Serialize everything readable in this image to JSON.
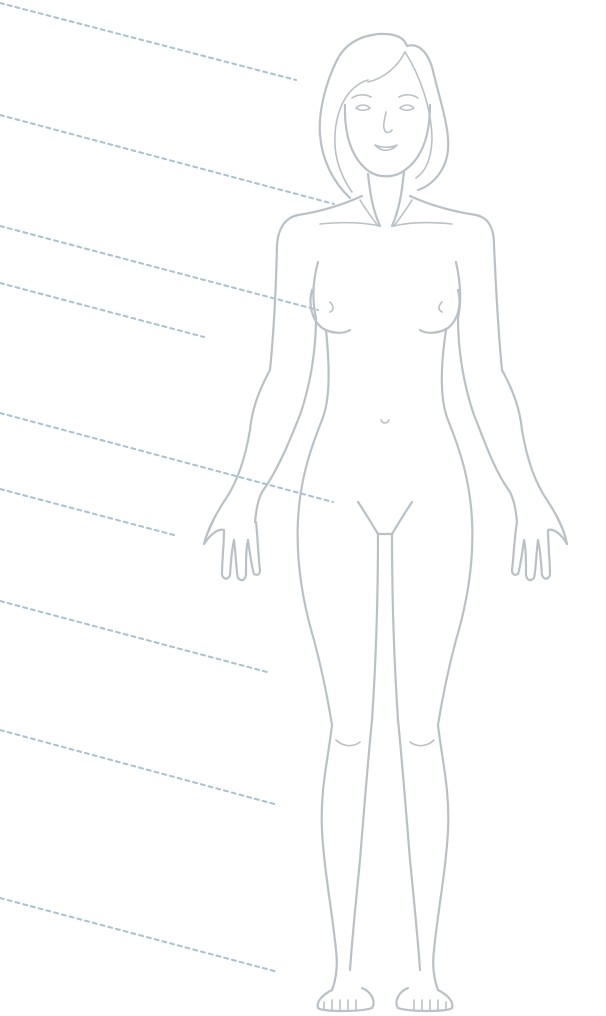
{
  "diagram": {
    "subject": "body-outline-female-front",
    "colors": {
      "outline": "#b9c1c7",
      "leader_lines": "#a7c2d0",
      "background": "#ffffff"
    },
    "callouts": [
      {
        "id": "head"
      },
      {
        "id": "neck"
      },
      {
        "id": "chest"
      },
      {
        "id": "upper-arm"
      },
      {
        "id": "groin"
      },
      {
        "id": "hand"
      },
      {
        "id": "thigh"
      },
      {
        "id": "lower-leg"
      },
      {
        "id": "foot"
      }
    ]
  }
}
